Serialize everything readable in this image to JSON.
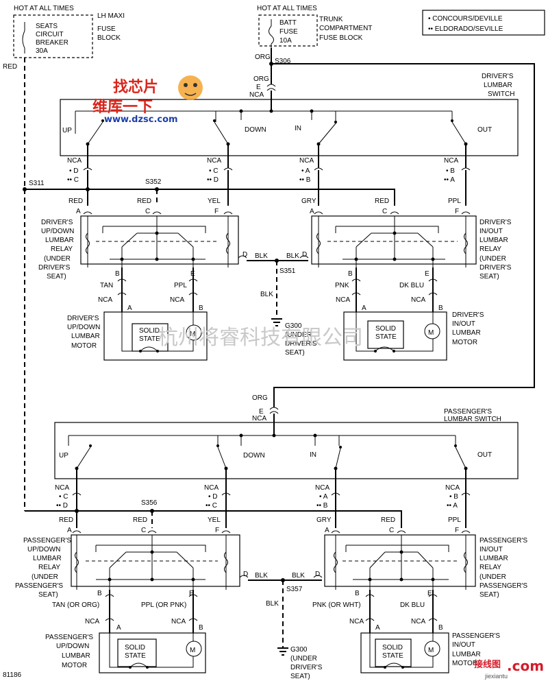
{
  "top_left_fuse": {
    "header": "HOT AT ALL TIMES",
    "device": [
      "SEATS",
      "CIRCUIT",
      "BREAKER",
      "30A"
    ],
    "block": [
      "LH MAXI",
      "FUSE",
      "BLOCK"
    ]
  },
  "top_center_fuse": {
    "header": "HOT AT ALL TIMES",
    "device": [
      "BATT",
      "FUSE",
      "10A"
    ],
    "block": [
      "TRUNK",
      "COMPARTMENT",
      "FUSE BLOCK"
    ]
  },
  "legend": {
    "single": "• CONCOURS/DEVILLE",
    "double": "•• ELDORADO/SEVILLE"
  },
  "wires": {
    "red": "RED",
    "org": "ORG",
    "blk": "BLK",
    "gry": "GRY",
    "yel": "YEL",
    "ppl": "PPL",
    "tan": "TAN",
    "pnk": "PNK",
    "dk_blu": "DK BLU",
    "tan_or_org": "TAN (OR ORG)",
    "ppl_or_pnk": "PPL (OR PNK)",
    "pnk_or_wht": "PNK (OR WHT)"
  },
  "splices": {
    "s306": "S306",
    "s311": "S311",
    "s352": "S352",
    "s351": "S351",
    "s356": "S356",
    "s357": "S357"
  },
  "connectors": {
    "nca": "NCA",
    "a": "A",
    "b": "B",
    "c": "C",
    "d": "D",
    "e": "E",
    "f": "F",
    "d1": "• D",
    "c2": "•• C",
    "c1": "• C",
    "d2": "•• D",
    "a1": "• A",
    "b2": "•• B",
    "b1": "• B",
    "a2": "•• A"
  },
  "drivers_switch": {
    "title": [
      "DRIVER'S",
      "LUMBAR",
      "SWITCH"
    ],
    "up": "UP",
    "down": "DOWN",
    "in": "IN",
    "out": "OUT"
  },
  "passengers_switch": {
    "title": [
      "PASSENGER'S",
      "LUMBAR SWITCH"
    ],
    "up": "UP",
    "down": "DOWN",
    "in": "IN",
    "out": "OUT"
  },
  "relays": {
    "drv_updown": [
      "DRIVER'S",
      "UP/DOWN",
      "LUMBAR",
      "RELAY",
      "(UNDER",
      "DRIVER'S",
      "SEAT)"
    ],
    "drv_inout": [
      "DRIVER'S",
      "IN/OUT",
      "LUMBAR",
      "RELAY",
      "(UNDER",
      "DRIVER'S",
      "SEAT)"
    ],
    "pas_updown": [
      "PASSENGER'S",
      "UP/DOWN",
      "LUMBAR",
      "RELAY",
      "(UNDER",
      "PASSENGER'S",
      "SEAT)"
    ],
    "pas_inout": [
      "PASSENGER'S",
      "IN/OUT",
      "LUMBAR",
      "RELAY",
      "(UNDER",
      "PASSENGER'S",
      "SEAT)"
    ]
  },
  "motors": {
    "drv_updown": [
      "DRIVER'S",
      "UP/DOWN",
      "LUMBAR",
      "MOTOR"
    ],
    "drv_inout": [
      "DRIVER'S",
      "IN/OUT",
      "LUMBAR",
      "MOTOR"
    ],
    "pas_updown": [
      "PASSENGER'S",
      "UP/DOWN",
      "LUMBAR",
      "MOTOR"
    ],
    "pas_inout": [
      "PASSENGER'S",
      "IN/OUT",
      "LUMBAR",
      "MOTOR"
    ],
    "solid_state": [
      "SOLID",
      "STATE"
    ],
    "m": "M"
  },
  "grounds": {
    "g1": [
      "G300",
      "(UNDER",
      "DRIVER'S",
      "SEAT)"
    ],
    "g2": [
      "G300",
      "(UNDER",
      "DRIVER'S",
      "SEAT)"
    ]
  },
  "watermark": {
    "center": "杭州将睿科技有限公司",
    "logo_top": "找芯片",
    "logo_mid": "维库一下",
    "logo_url": "www.dzsc.com",
    "corner_brand": "接线图",
    "corner_com": ".com",
    "corner_url": "jiexiantu"
  },
  "figure_number": "81186"
}
